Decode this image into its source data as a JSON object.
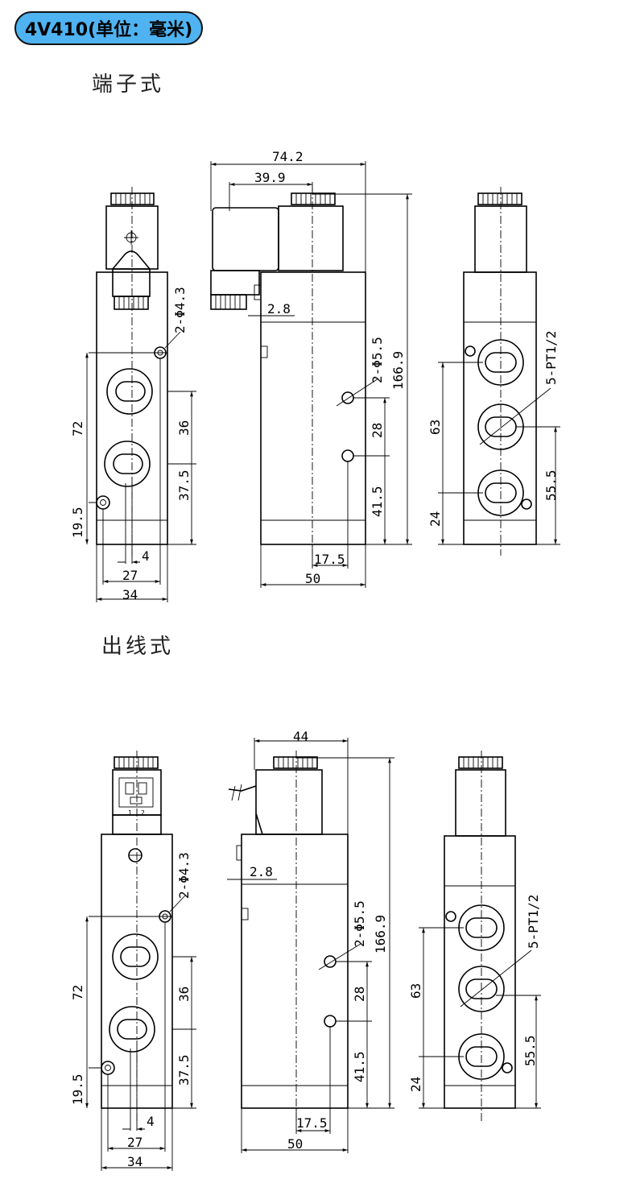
{
  "header": {
    "badge_text": "4V410(单位：毫米)",
    "badge_color": "#4fb3f2"
  },
  "sections": [
    {
      "title": "端子式",
      "dims": {
        "d_74_2": "74.2",
        "d_39_9": "39.9",
        "d_2_8": "2.8",
        "d_phi43": "2-Φ4.3",
        "d_phi55": "2-Φ5.5",
        "d_1669": "166.9",
        "d_72": "72",
        "d_36": "36",
        "d_375": "37.5",
        "d_195": "19.5",
        "d_4": "4",
        "d_27": "27",
        "d_34": "34",
        "d_28": "28",
        "d_415": "41.5",
        "d_175": "17.5",
        "d_50": "50",
        "d_pt": "5-PT1/2",
        "d_63": "63",
        "d_24": "24",
        "d_555": "55.5"
      }
    },
    {
      "title": "出线式",
      "dims": {
        "d_44": "44",
        "d_2_8": "2.8",
        "d_phi43": "2-Φ4.3",
        "d_phi55": "2-Φ5.5",
        "d_1669": "166.9",
        "d_72": "72",
        "d_36": "36",
        "d_375": "37.5",
        "d_195": "19.5",
        "d_4": "4",
        "d_27": "27",
        "d_34": "34",
        "d_28": "28",
        "d_415": "41.5",
        "d_175": "17.5",
        "d_50": "50",
        "d_pt": "5-PT1/2",
        "d_63": "63",
        "d_24": "24",
        "d_555": "55.5",
        "pin_1": "1",
        "pin_2": "2"
      }
    }
  ]
}
